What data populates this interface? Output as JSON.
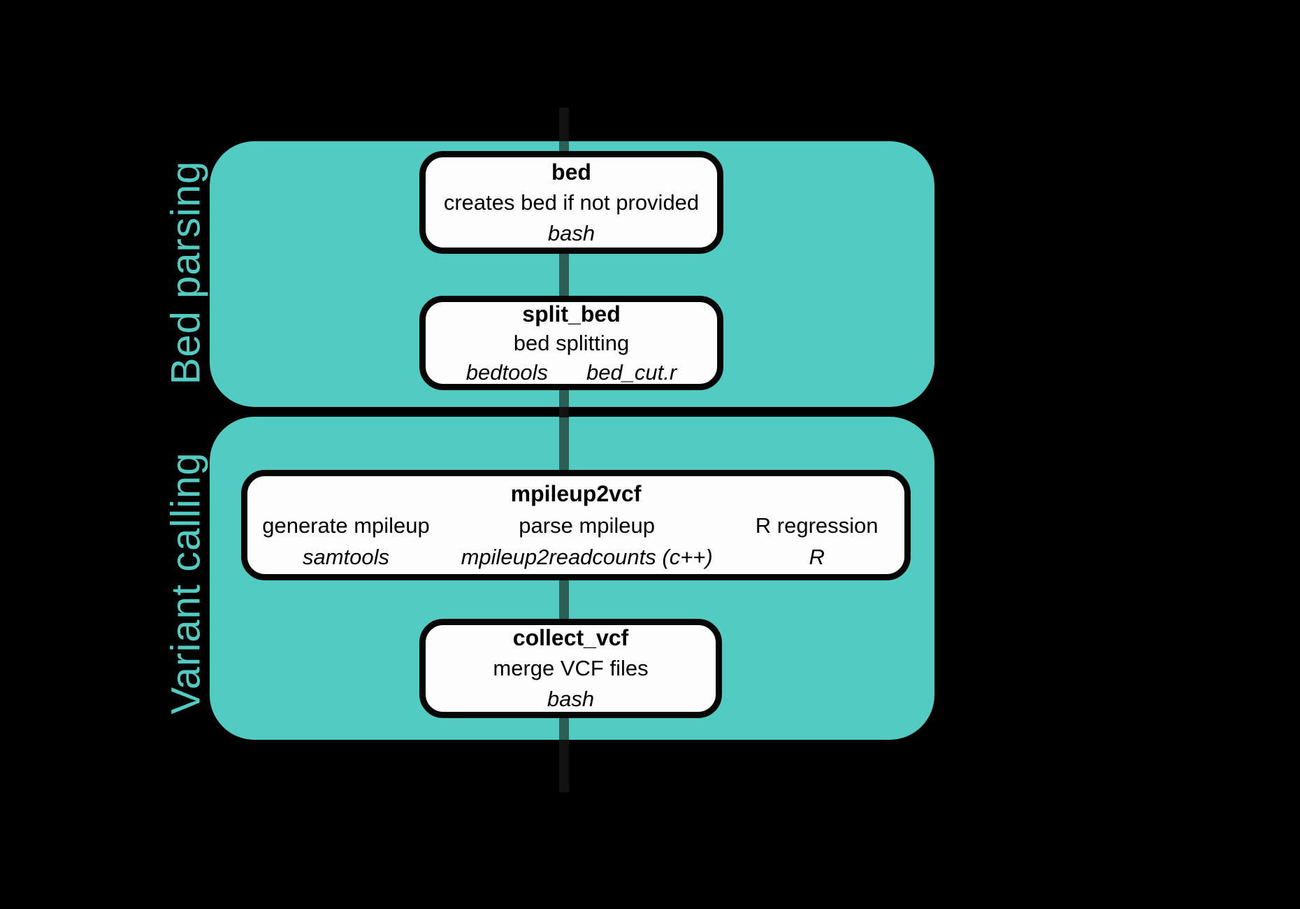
{
  "diagram": {
    "title": "workflow pipeline diagram",
    "colors": {
      "background": "#000000",
      "stage_fill": "#52cbc3",
      "stage_label_text": "#52cbc3",
      "flow_line_on_black": "#131313",
      "flow_line_on_stage": "#2e5f57",
      "node_fill": "#fdfdfd",
      "node_border": "#060606",
      "node_text": "#000000"
    }
  },
  "groups": [
    {
      "label": "Bed parsing",
      "nodes": [
        {
          "title": "bed",
          "description": "creates bed if not provided",
          "tools": [
            "bash"
          ]
        },
        {
          "title": "split_bed",
          "description": "bed splitting",
          "tools": [
            "bedtools",
            "bed_cut.r"
          ]
        }
      ]
    },
    {
      "label": "Variant calling",
      "nodes": [
        {
          "title": "mpileup2vcf",
          "columns": [
            {
              "task": "generate mpileup",
              "tool": "samtools"
            },
            {
              "task": "parse mpileup",
              "tool": "mpileup2readcounts (c++)"
            },
            {
              "task": "R regression",
              "tool": "R"
            }
          ]
        },
        {
          "title": "collect_vcf",
          "description": "merge VCF files",
          "tools": [
            "bash"
          ]
        }
      ]
    }
  ]
}
